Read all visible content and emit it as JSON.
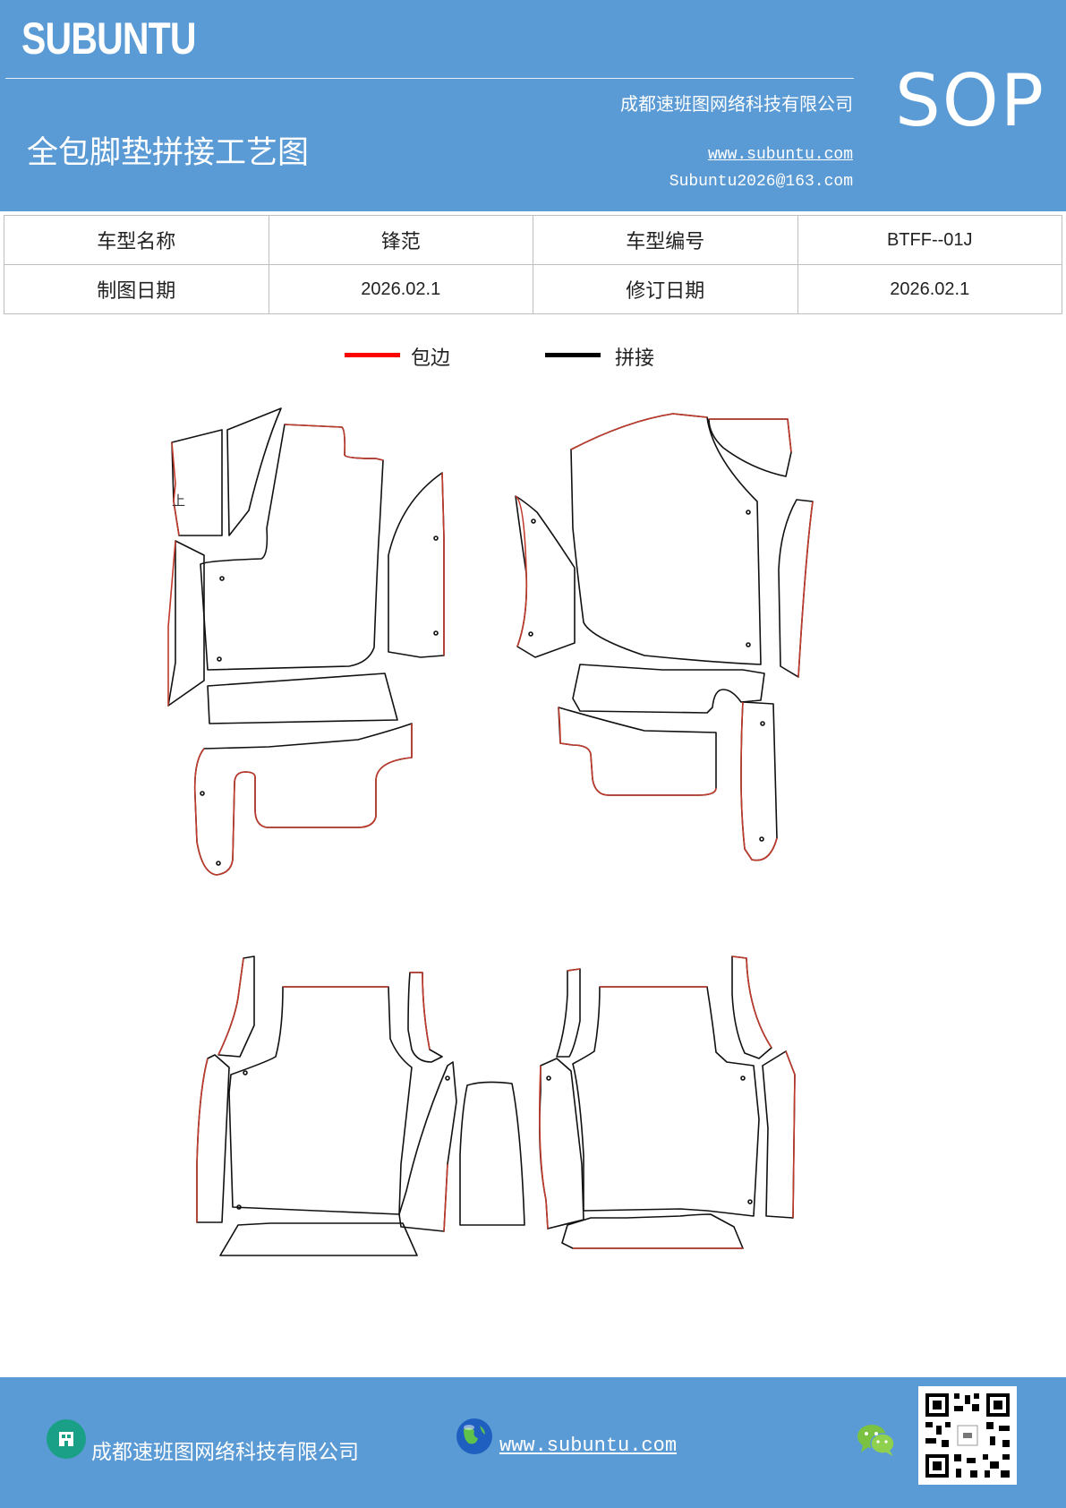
{
  "header": {
    "brand": "SUBUNTU",
    "company": "成都速班图网络科技有限公司",
    "title": "全包脚垫拼接工艺图",
    "website": "www.subuntu.com",
    "email": "Subuntu2026@163.com",
    "badge": "SOP"
  },
  "info_table": {
    "rows": [
      [
        "车型名称",
        "锋范",
        "车型编号",
        "BTFF--01J"
      ],
      [
        "制图日期",
        "2026.02.1",
        "修订日期",
        "2026.02.1"
      ]
    ]
  },
  "legend": {
    "items": [
      {
        "label": "包边",
        "color": "#ff0000"
      },
      {
        "label": "拼接",
        "color": "#000000"
      }
    ]
  },
  "drawing": {
    "marker": "上",
    "edge_color": "#c0392b",
    "seam_color": "#111111"
  },
  "footer": {
    "company": "成都速班图网络科技有限公司",
    "website": "www.subuntu.com",
    "icons": [
      "building-icon",
      "globe-icon",
      "wechat-icon",
      "qr-code"
    ]
  }
}
